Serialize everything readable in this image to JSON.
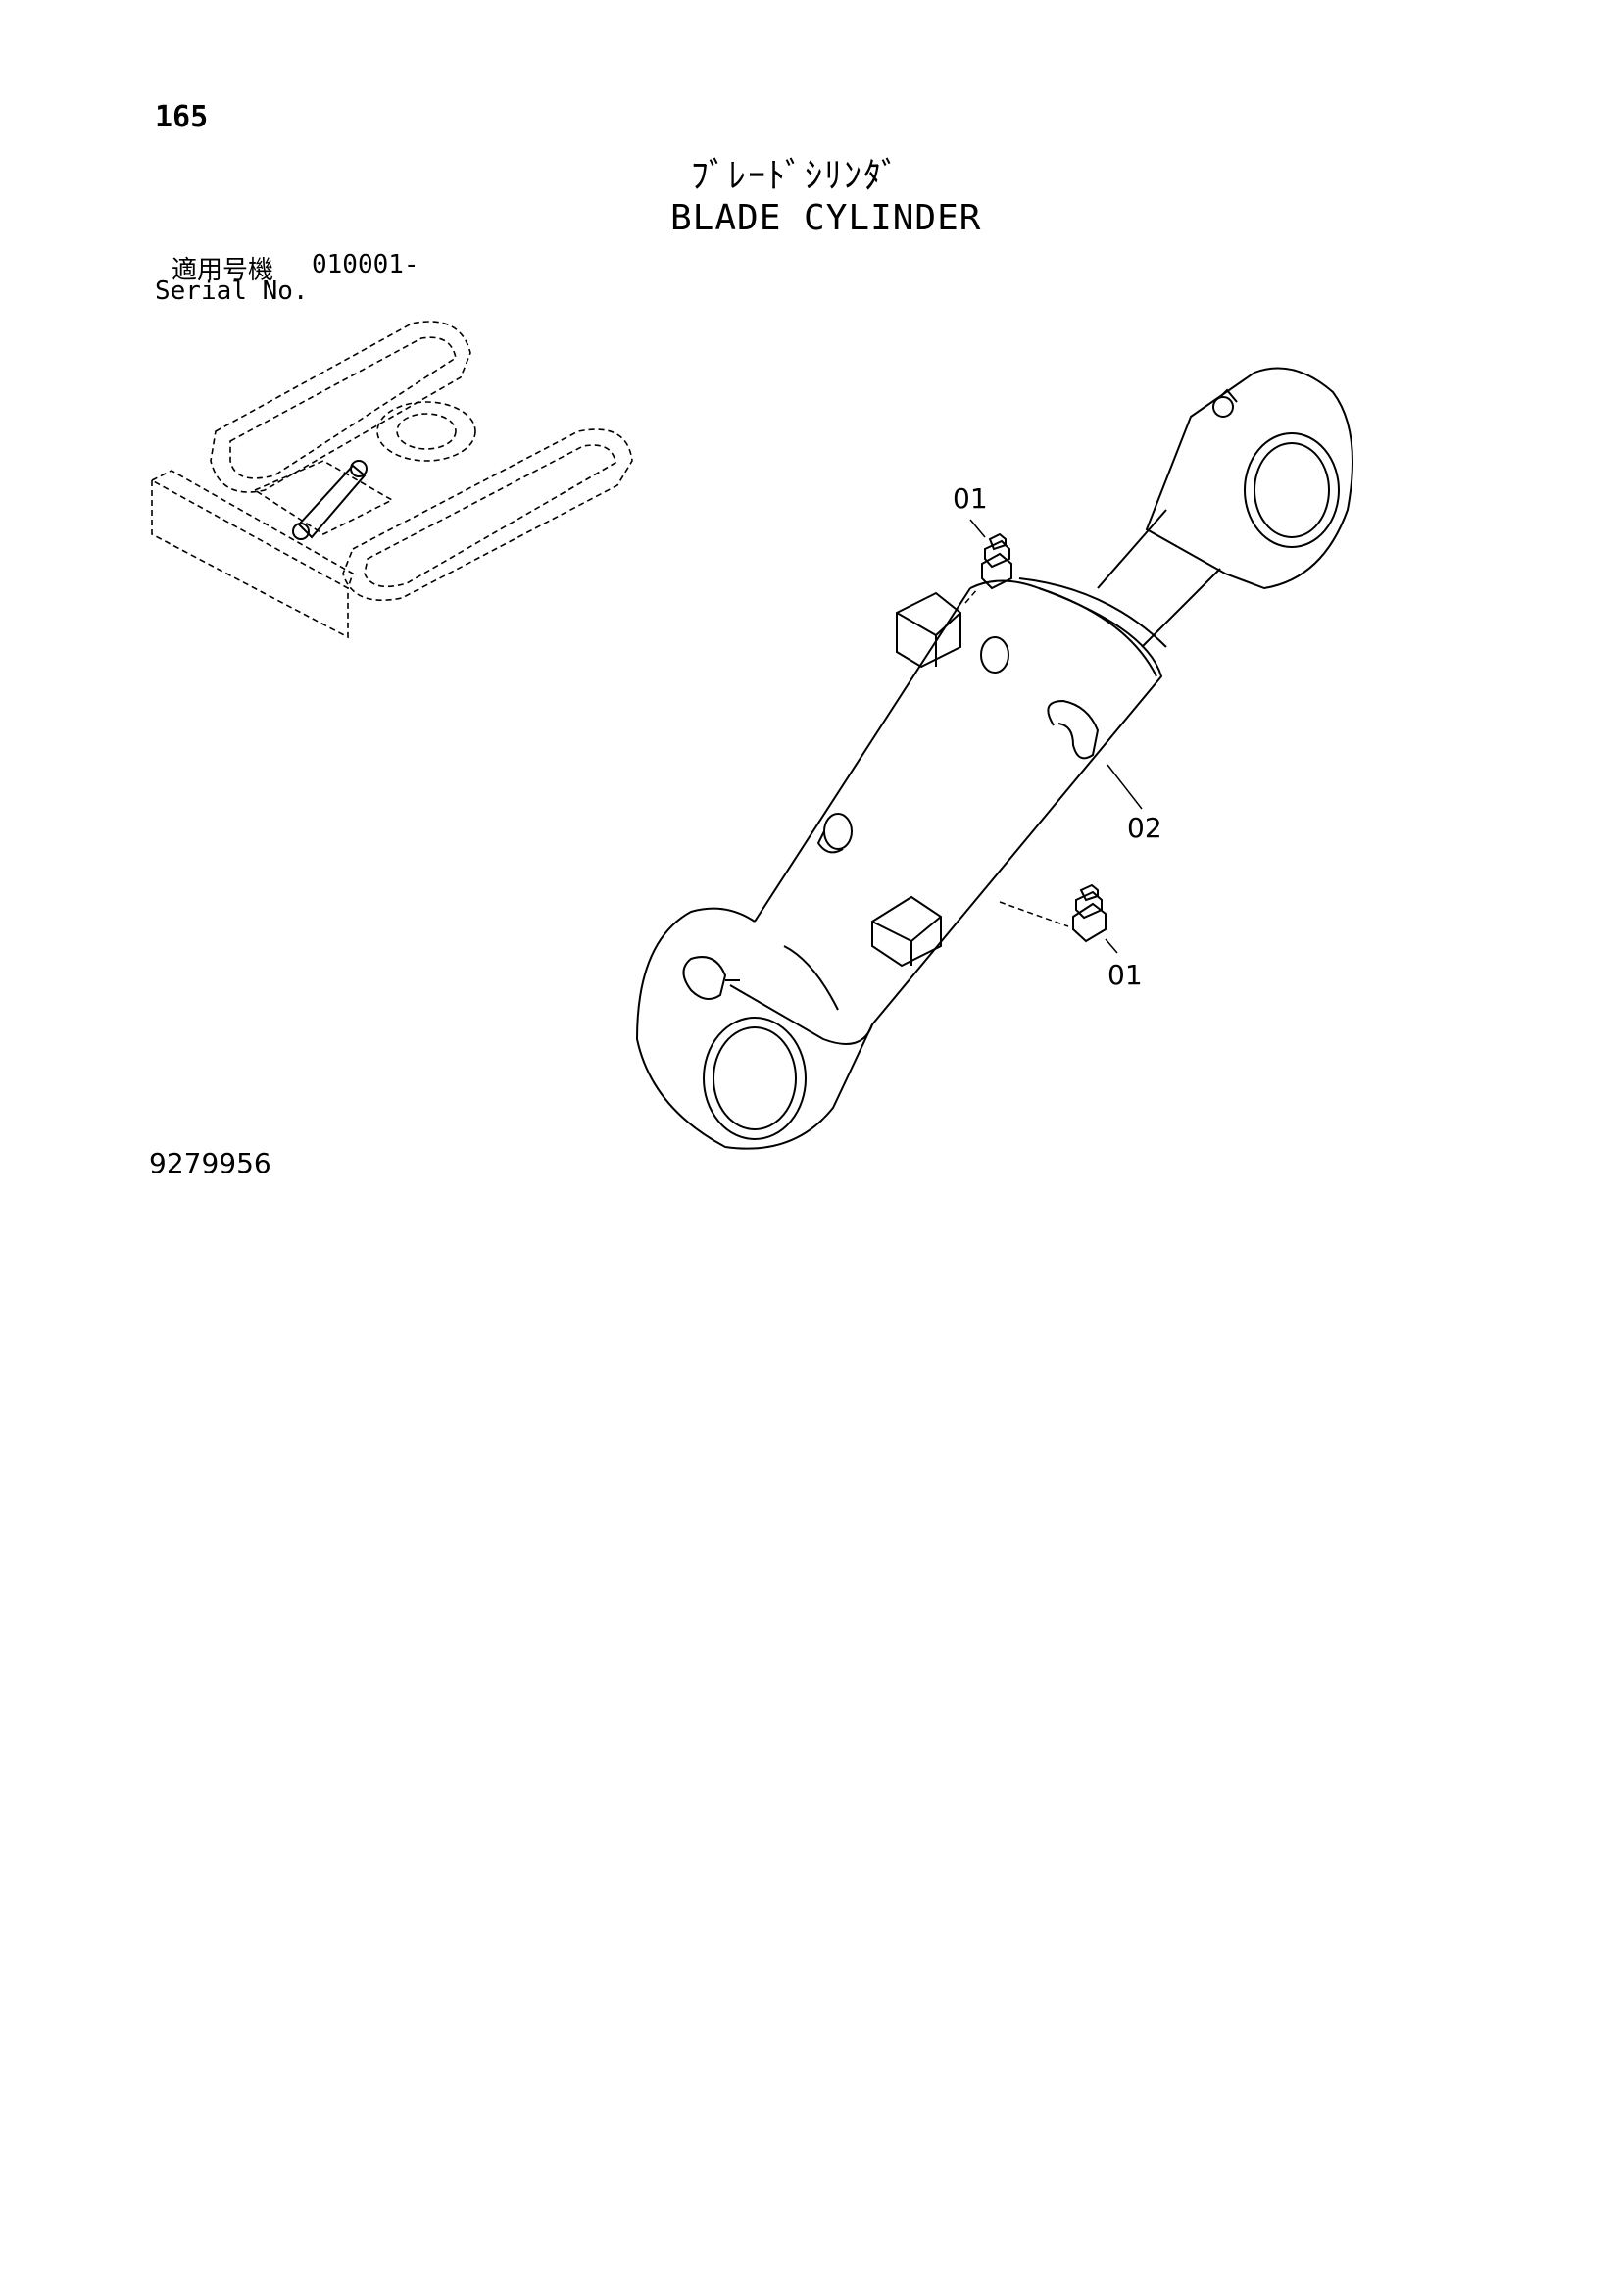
{
  "page_number": "165",
  "title_jp": "ﾌﾞﾚｰﾄﾞｼﾘﾝﾀﾞ",
  "title_en": "BLADE CYLINDER",
  "serial": {
    "label_jp": "適用号機",
    "range": "010001-",
    "label_en": "Serial No."
  },
  "callouts": {
    "fitting_top": "01",
    "cylinder": "02",
    "fitting_bottom": "01"
  },
  "document_number": "9279956"
}
